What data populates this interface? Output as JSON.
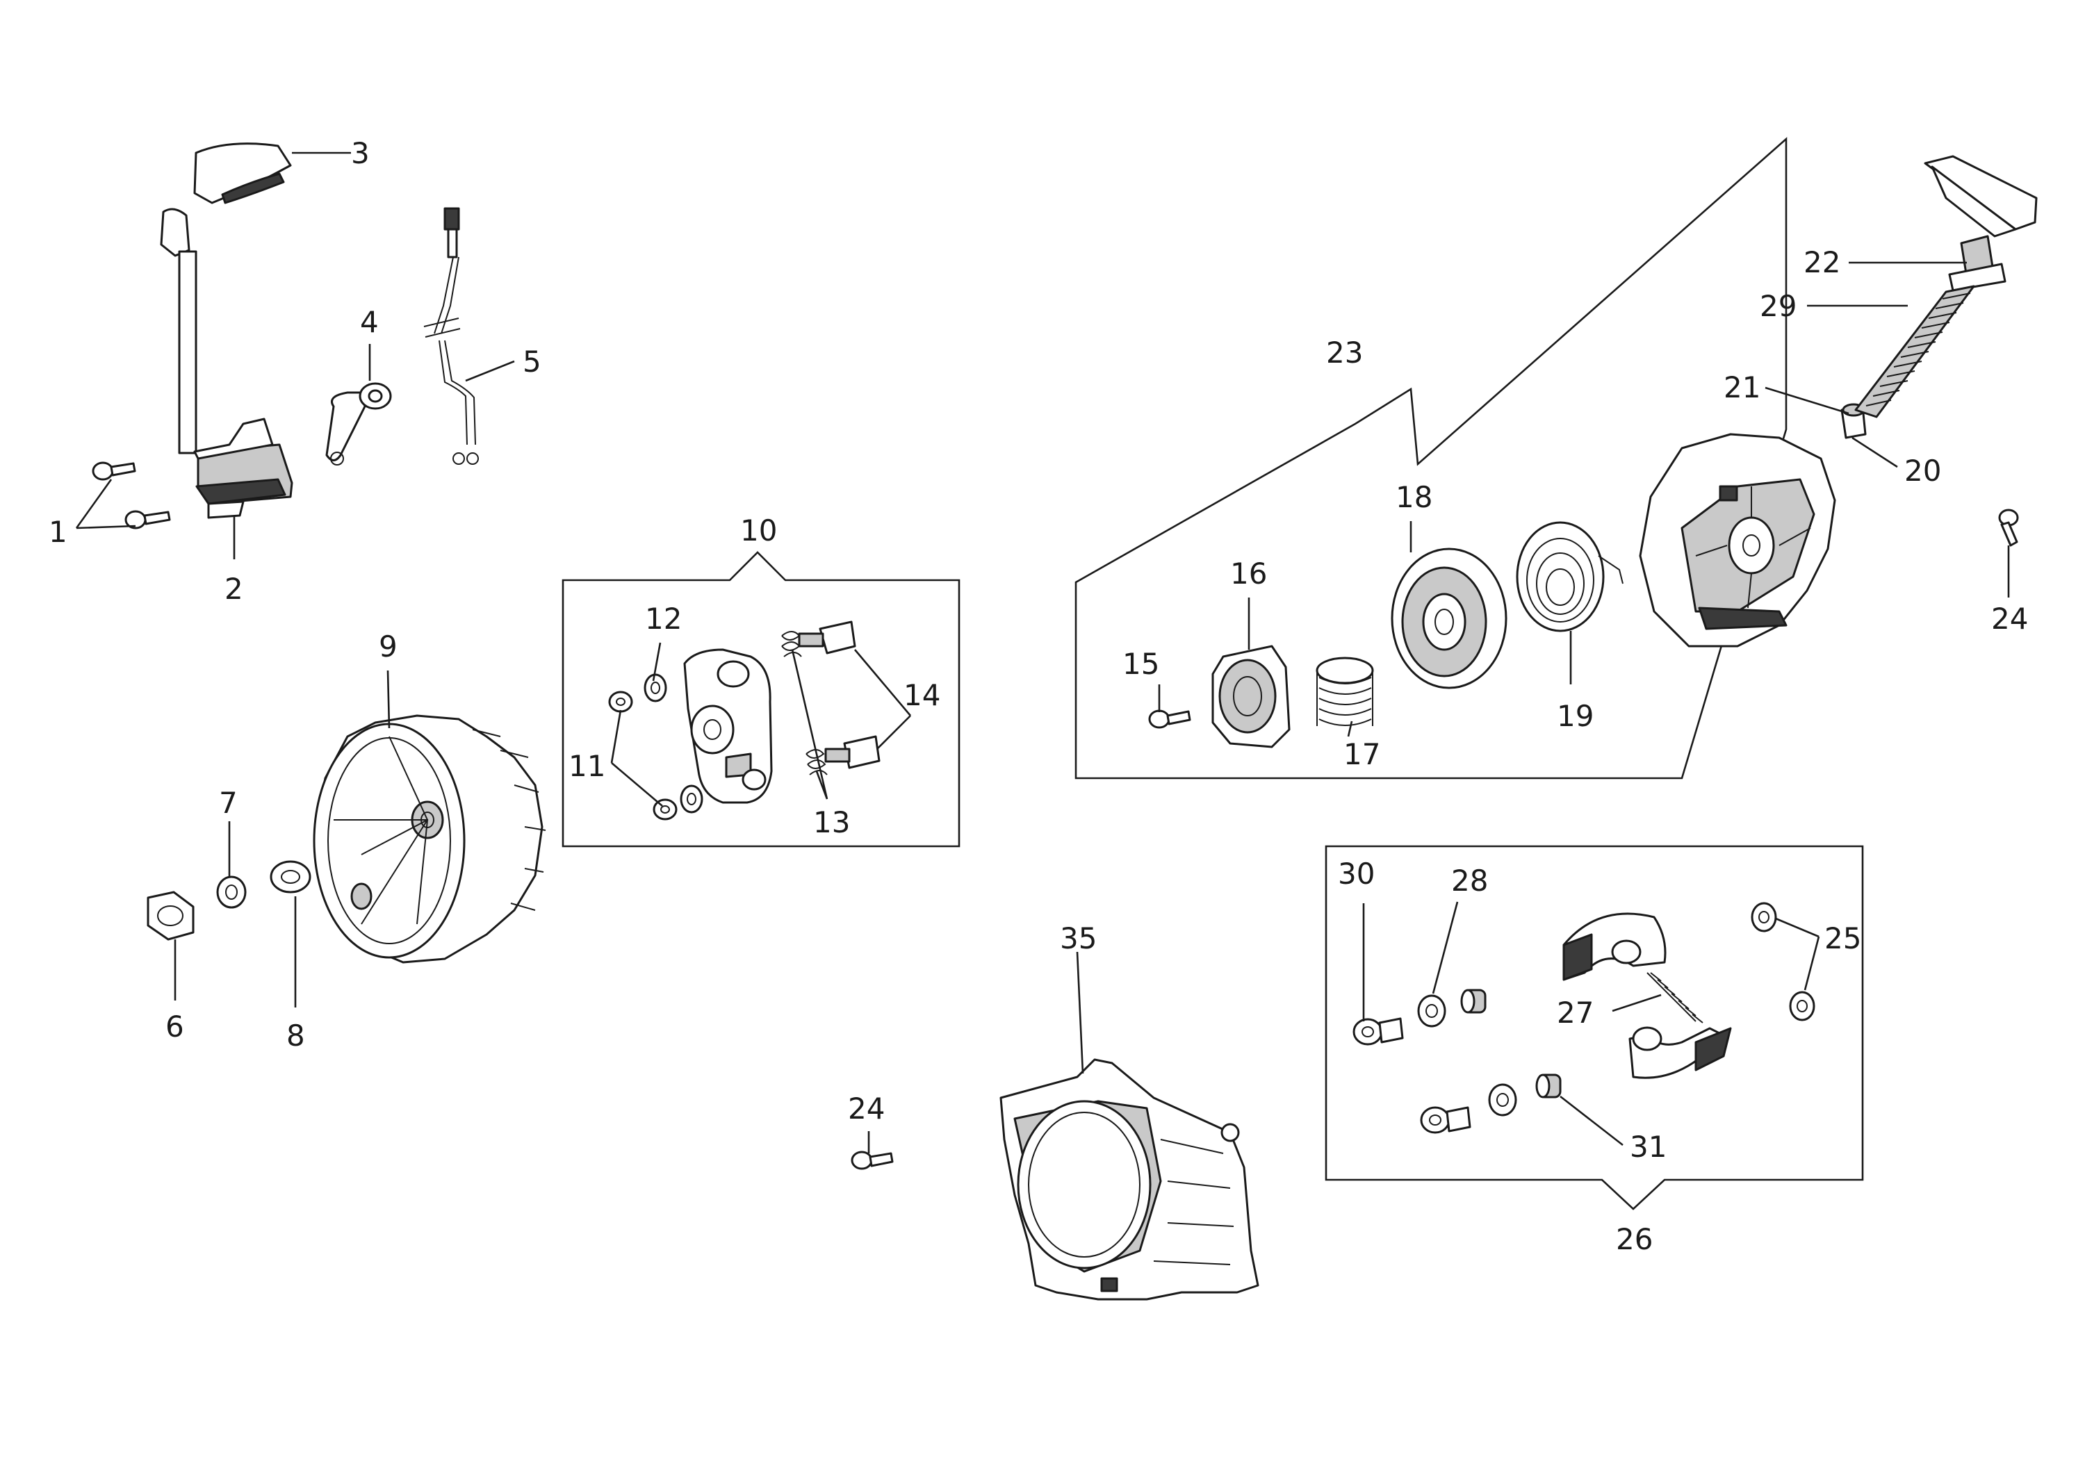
{
  "diagram": {
    "labels": [
      {
        "id": "1",
        "text": "1"
      },
      {
        "id": "2",
        "text": "2"
      },
      {
        "id": "3",
        "text": "3"
      },
      {
        "id": "4",
        "text": "4"
      },
      {
        "id": "5",
        "text": "5"
      },
      {
        "id": "6",
        "text": "6"
      },
      {
        "id": "7",
        "text": "7"
      },
      {
        "id": "8",
        "text": "8"
      },
      {
        "id": "9",
        "text": "9"
      },
      {
        "id": "10",
        "text": "10"
      },
      {
        "id": "11",
        "text": "11"
      },
      {
        "id": "12",
        "text": "12"
      },
      {
        "id": "13",
        "text": "13"
      },
      {
        "id": "14",
        "text": "14"
      },
      {
        "id": "15",
        "text": "15"
      },
      {
        "id": "16",
        "text": "16"
      },
      {
        "id": "17",
        "text": "17"
      },
      {
        "id": "18",
        "text": "18"
      },
      {
        "id": "19",
        "text": "19"
      },
      {
        "id": "20",
        "text": "20"
      },
      {
        "id": "21",
        "text": "21"
      },
      {
        "id": "22",
        "text": "22"
      },
      {
        "id": "23",
        "text": "23"
      },
      {
        "id": "24a",
        "text": "24"
      },
      {
        "id": "24b",
        "text": "24"
      },
      {
        "id": "25",
        "text": "25"
      },
      {
        "id": "26",
        "text": "26"
      },
      {
        "id": "27",
        "text": "27"
      },
      {
        "id": "28",
        "text": "28"
      },
      {
        "id": "29",
        "text": "29"
      },
      {
        "id": "30",
        "text": "30"
      },
      {
        "id": "31",
        "text": "31"
      },
      {
        "id": "35",
        "text": "35"
      }
    ]
  }
}
